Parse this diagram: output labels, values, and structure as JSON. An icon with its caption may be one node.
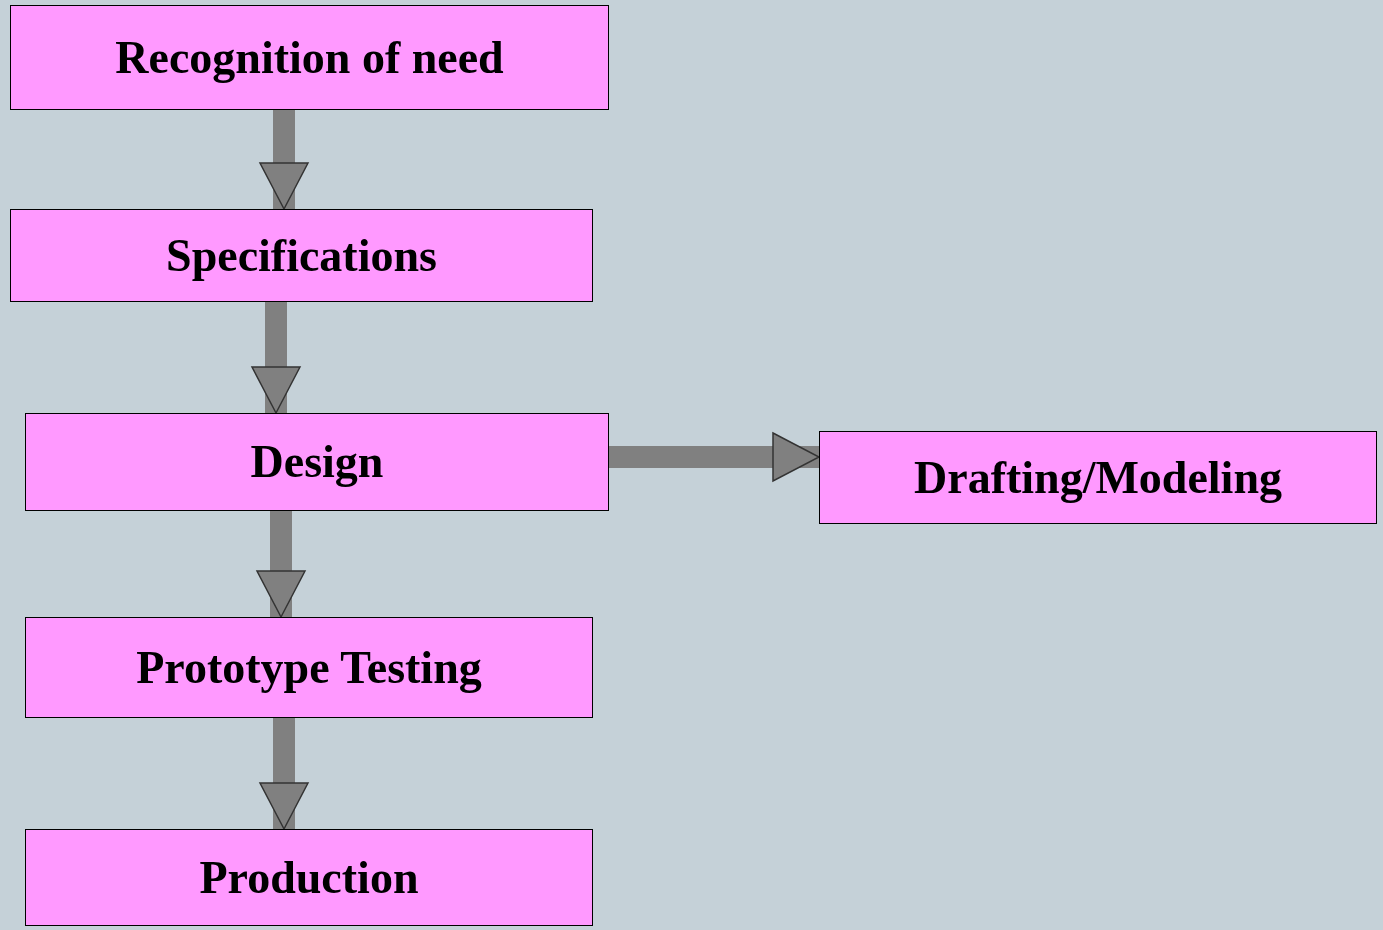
{
  "diagram": {
    "nodes": [
      {
        "text": [
          "Recognition of need"
        ]
      },
      {
        "text": [
          "Specifications"
        ]
      },
      {
        "text": [
          "Design"
        ]
      },
      {
        "text": [
          "Drafting/Modeling"
        ]
      },
      {
        "text": [
          "Prototype Testing"
        ]
      },
      {
        "text": [
          "Production"
        ]
      }
    ],
    "edges": [
      {
        "from": 0,
        "to": 1,
        "arrow": "to"
      },
      {
        "from": 1,
        "to": 2,
        "arrow": "to"
      },
      {
        "from": 2,
        "to": 3,
        "arrow": "to"
      },
      {
        "from": 2,
        "to": 4,
        "arrow": "to"
      },
      {
        "from": 4,
        "to": 5,
        "arrow": "to"
      }
    ]
  }
}
